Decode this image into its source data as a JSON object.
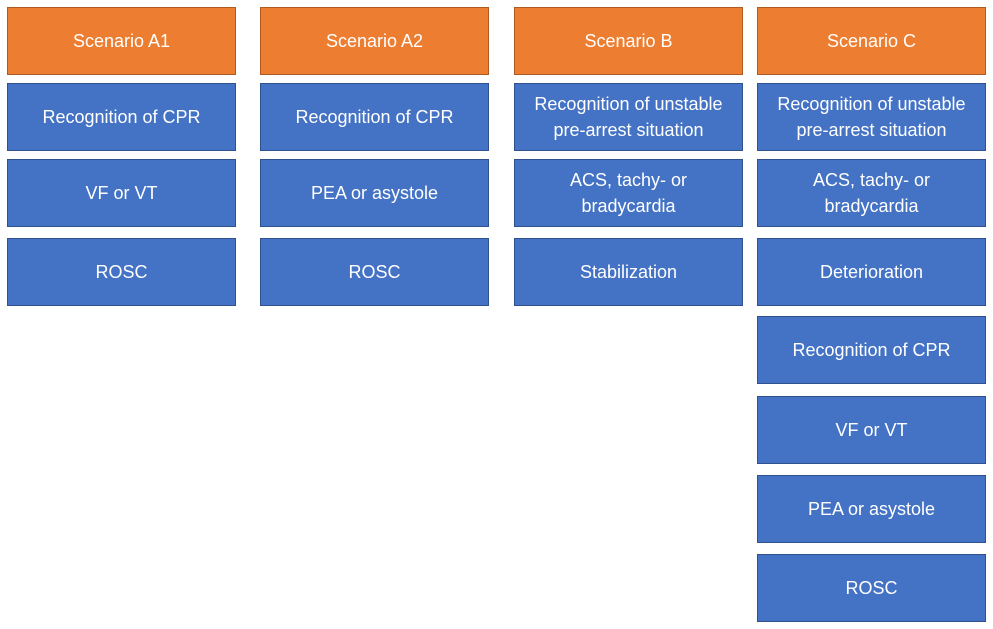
{
  "scenarios": [
    {
      "title": "Scenario A1",
      "steps": [
        "Recognition of CPR",
        "VF or VT",
        "ROSC"
      ]
    },
    {
      "title": "Scenario A2",
      "steps": [
        "Recognition of CPR",
        "PEA or asystole",
        "ROSC"
      ]
    },
    {
      "title": "Scenario B",
      "steps": [
        "Recognition of unstable pre-arrest situation",
        "ACS, tachy- or bradycardia",
        "Stabilization"
      ]
    },
    {
      "title": "Scenario C",
      "steps": [
        "Recognition of unstable pre-arrest situation",
        "ACS, tachy- or bradycardia",
        "Deterioration",
        "Recognition of CPR",
        "VF or VT",
        "PEA or asystole",
        "ROSC"
      ]
    }
  ],
  "colors": {
    "header_fill": "#ed7d31",
    "step_fill": "#4472c4",
    "text": "#ffffff"
  }
}
